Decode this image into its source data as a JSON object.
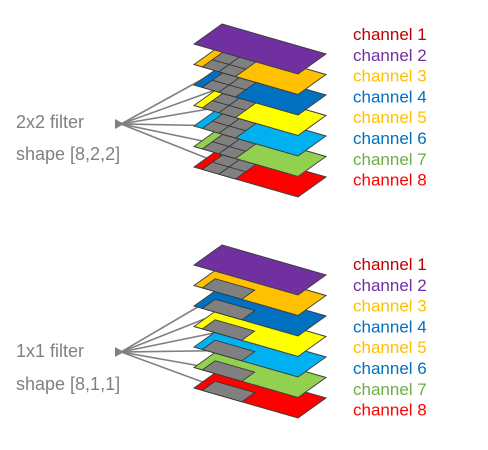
{
  "colors": {
    "layers": [
      "#7030A0",
      "#FFC000",
      "#0070C0",
      "#FFFF00",
      "#00B0F0",
      "#92D050",
      "#FF0000"
    ],
    "labels": [
      "#C00000",
      "#7030A0",
      "#FFC000",
      "#0070C0",
      "#FFC000",
      "#0070C0",
      "#70AD47",
      "#FF0000"
    ],
    "cell": "#808080",
    "line": "#808080",
    "text": "#808080",
    "edge": "#404040"
  },
  "diagrams": [
    {
      "filter_lines": [
        "2x2 filter",
        "shape [8,2,2]"
      ],
      "kernel": 2,
      "channels": [
        "channel 1",
        "channel 2",
        "channel 3",
        "channel 4",
        "channel 5",
        "channel 6",
        "channel 7",
        "channel 8"
      ]
    },
    {
      "filter_lines": [
        "1x1 filter",
        "shape [8,1,1]"
      ],
      "kernel": 1,
      "channels": [
        "channel 1",
        "channel 2",
        "channel 3",
        "channel 4",
        "channel 5",
        "channel 6",
        "channel 7",
        "channel 8"
      ]
    }
  ]
}
